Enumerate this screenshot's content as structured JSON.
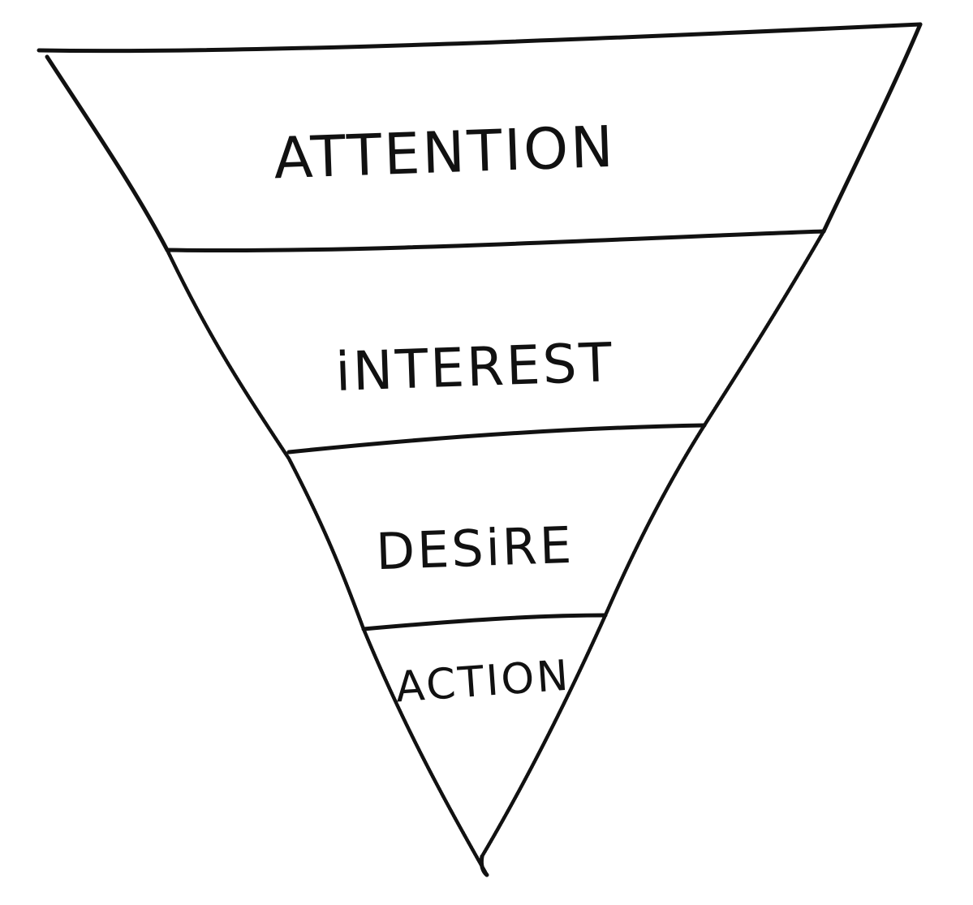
{
  "diagram": {
    "type": "inverted-funnel",
    "stages": [
      {
        "label": "ATTENTION"
      },
      {
        "label": "iNTEREST"
      },
      {
        "label": "DESiRE"
      },
      {
        "label": "ACTION"
      }
    ],
    "colors": {
      "ink": "#111111",
      "background": "#ffffff"
    }
  }
}
